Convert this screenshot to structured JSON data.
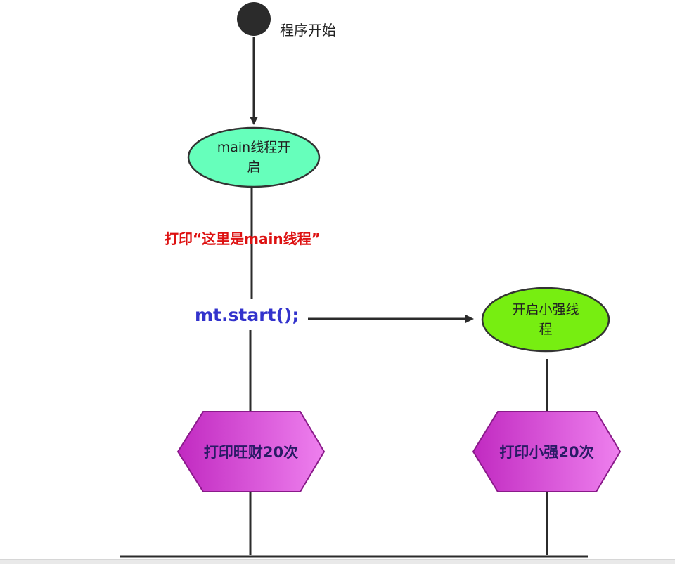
{
  "nodes": {
    "start": {
      "label": "程序开始"
    },
    "main_thread": {
      "label": "main线程开\n启"
    },
    "print_main": {
      "label": "打印“这里是main线程”"
    },
    "start_call": {
      "label": "mt.start();"
    },
    "xiaoqiang_thread": {
      "label": "开启小强线\n程"
    },
    "print_wangcai": {
      "label": "打印旺财20次"
    },
    "print_xiaoqiang": {
      "label": "打印小强20次"
    }
  },
  "colors": {
    "line": "#2b2b2b",
    "start_node": "#2b2b2b",
    "main_ellipse": "#66ffbb",
    "xiaoqiang_ellipse": "#77ee11",
    "hexagon_left": "#cc33cc",
    "hexagon_right": "#ee77ee",
    "hexagon_text": "#2a1a66",
    "print_red": "#dd1111",
    "start_call_blue": "#3333cc"
  }
}
